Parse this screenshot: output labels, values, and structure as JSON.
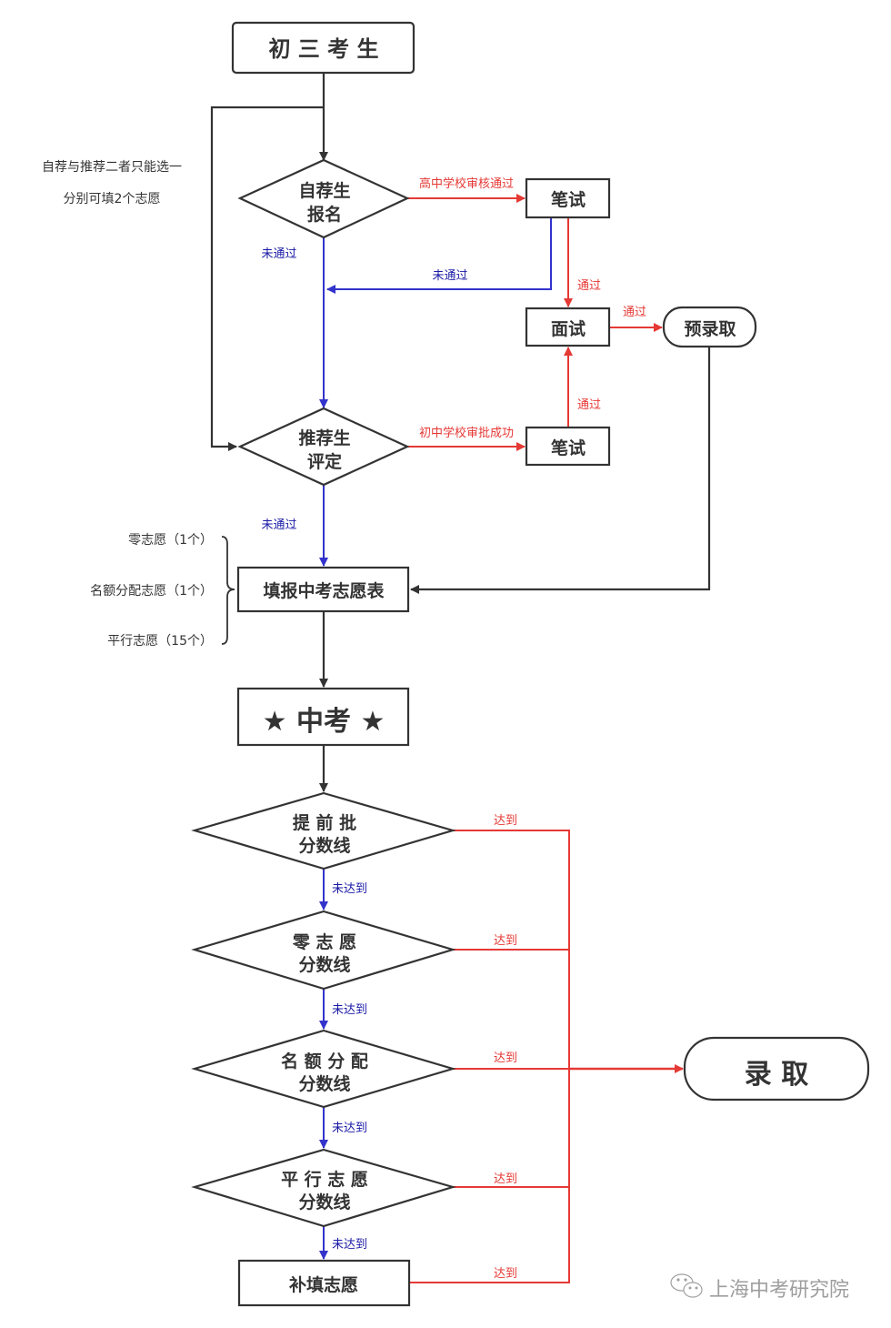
{
  "colors": {
    "dark": "#333333",
    "red": "#e53935",
    "blue": "#3333cc",
    "blue_text": "#1a1aa6"
  },
  "nodes": {
    "start": "初 三 考 生",
    "self_apply_line1": "自荐生",
    "self_apply_line2": "报名",
    "written_test_top": "笔试",
    "interview": "面试",
    "pre_admission": "预录取",
    "recommend_line1": "推荐生",
    "recommend_line2": "评定",
    "written_test_bottom": "笔试",
    "fill_form": "填报中考志愿表",
    "exam": "★ 中考 ★",
    "d1_line1": "提 前 批",
    "d1_line2": "分数线",
    "d2_line1": "零 志 愿",
    "d2_line2": "分数线",
    "d3_line1": "名 额 分 配",
    "d3_line2": "分数线",
    "d4_line1": "平 行 志 愿",
    "d4_line2": "分数线",
    "supplement": "补填志愿",
    "admission": "录 取"
  },
  "notes": {
    "choose_one": "自荐与推荐二者只能选一",
    "two_choices": "分别可填2个志愿",
    "zero_choice": "零志愿（1个）",
    "quota_choice": "名额分配志愿（1个）",
    "parallel_choice": "平行志愿（15个）"
  },
  "edge_labels": {
    "hs_review_pass": "高中学校审核通过",
    "not_passed_1": "未通过",
    "not_passed_2": "未通过",
    "passed_1": "通过",
    "passed_2": "通过",
    "passed_3": "通过",
    "ms_approval": "初中学校审批成功",
    "not_passed_3": "未通过",
    "reached_1": "达到",
    "reached_2": "达到",
    "reached_3": "达到",
    "reached_4": "达到",
    "reached_5": "达到",
    "not_reached_1": "未达到",
    "not_reached_2": "未达到",
    "not_reached_3": "未达到",
    "not_reached_4": "未达到"
  },
  "watermark": {
    "icon": "wechat-icon",
    "text": "上海中考研究院"
  }
}
